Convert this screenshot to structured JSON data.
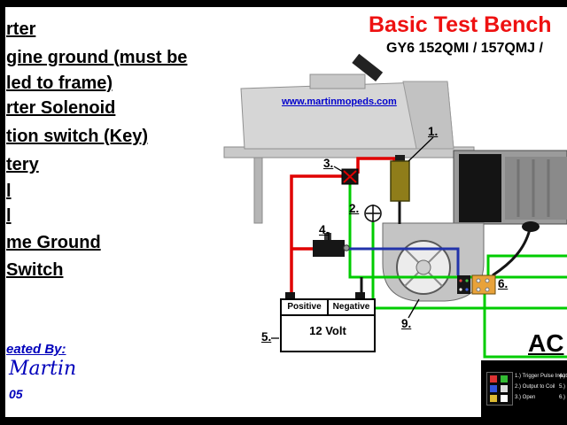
{
  "header": {
    "title": "Basic Test Bench",
    "subtitle": "GY6  152QMI / 157QMJ /"
  },
  "legend_list": {
    "items": [
      "rter",
      "gine ground (must be",
      "led to frame)",
      "rter Solenoid",
      "tion switch (Key)",
      "tery",
      "l",
      "l",
      "me Ground",
      "Switch"
    ]
  },
  "diagram": {
    "website": "www.martinmopeds.com",
    "battery": {
      "positive": "Positive",
      "negative": "Negative",
      "voltage": "12 Volt"
    },
    "callouts": {
      "c1": "1.",
      "c2": "2.",
      "c3": "3.",
      "c4": "4.",
      "c5": "5.",
      "c6": "6.",
      "c9": "9."
    },
    "ac_label": "AC"
  },
  "credits": {
    "line1": "eated By:",
    "line2": "Martin",
    "line3": "05"
  },
  "cdi": {
    "lines": [
      "1.) Trigger Pulse Input",
      "2.) Output to Coil",
      "3.) Open",
      "4.)",
      "5.)",
      "6.)"
    ],
    "pin_colors": [
      "#dd3333",
      "#33bb33",
      "#3355dd",
      "#dddddd",
      "#ddbb33",
      "#ffffff"
    ]
  },
  "colors": {
    "title_red": "#ee1111",
    "wire_red": "#e00000",
    "wire_green": "#00cc00",
    "wire_blue": "#2233aa",
    "wire_black": "#141414",
    "link_blue": "#0000cc",
    "credit_blue": "#0000bb",
    "connector_orange": "#e8a23a",
    "solenoid_olive": "#8f7d1a"
  }
}
